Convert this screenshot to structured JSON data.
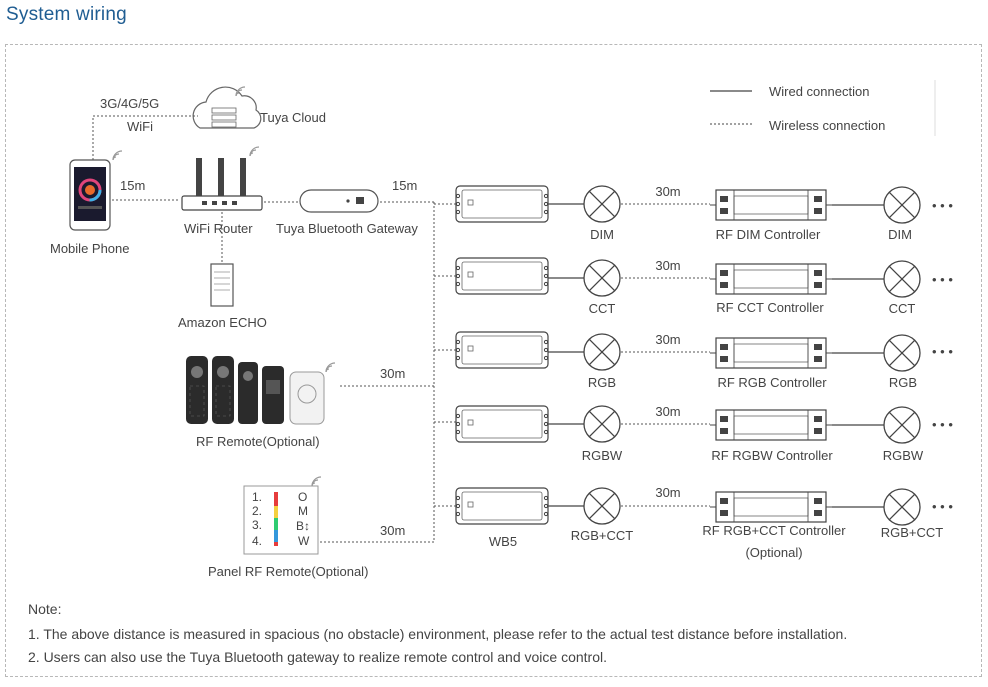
{
  "title": "System wiring",
  "legend": {
    "wired": "Wired connection",
    "wireless": "Wireless connection"
  },
  "labels": {
    "network": "3G/4G/5G",
    "wifi": "WiFi",
    "cloud": "Tuya Cloud",
    "phone": "Mobile Phone",
    "router": "WiFi Router",
    "gateway": "Tuya Bluetooth Gateway",
    "echo": "Amazon ECHO",
    "remote": "RF Remote(Optional)",
    "panel": "Panel RF Remote(Optional)",
    "wb5": "WB5"
  },
  "distances": {
    "phone_router": "15m",
    "gateway_controllers": "15m",
    "remote_controllers": "30m",
    "panel_controllers": "30m"
  },
  "rows": [
    {
      "lamp": "DIM",
      "distance": "30m",
      "controller": "RF DIM Controller",
      "controller_sub": "",
      "lamp2": "DIM"
    },
    {
      "lamp": "CCT",
      "distance": "30m",
      "controller": "RF CCT Controller",
      "controller_sub": "",
      "lamp2": "CCT"
    },
    {
      "lamp": "RGB",
      "distance": "30m",
      "controller": "RF RGB Controller",
      "controller_sub": "",
      "lamp2": "RGB"
    },
    {
      "lamp": "RGBW",
      "distance": "30m",
      "controller": "RF RGBW Controller",
      "controller_sub": "",
      "lamp2": "RGBW"
    },
    {
      "lamp": "RGB+CCT",
      "distance": "30m",
      "controller": "RF RGB+CCT Controller",
      "controller_sub": "(Optional)",
      "lamp2": "RGB+CCT"
    }
  ],
  "more": "• • •",
  "panel_keys": {
    "k1": "1.",
    "k2": "2.",
    "k3": "3.",
    "k4": "4.",
    "on": "O",
    "m": "M",
    "br": "B↕",
    "w": "W"
  },
  "notes": {
    "heading": "Note:",
    "items": [
      "1. The above distance is measured in spacious (no obstacle) environment, please refer to the actual test distance before installation.",
      "2. Users can also use the Tuya Bluetooth gateway to realize remote control and voice control."
    ]
  },
  "colors": {
    "title": "#1f5d92",
    "line": "#444444",
    "device_fill": "#ffffff",
    "remote_dark": "#2b2b2b"
  }
}
